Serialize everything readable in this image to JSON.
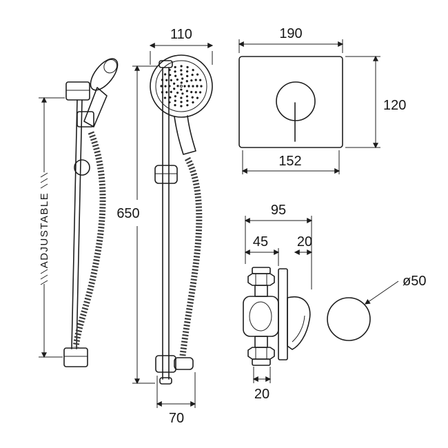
{
  "drawing": {
    "ink": "#1d1d1d",
    "background": "#ffffff",
    "adjustable_label": "ADJUSTABLE",
    "dims": {
      "handset_width": "110",
      "rail_length": "650",
      "bottom_bracket_width": "70",
      "plate_width": "190",
      "plate_height": "120",
      "plate_fixing_width": "152",
      "valve_total_depth": "95",
      "valve_body_depth": "45",
      "handle_depth": "20",
      "pipe_centres": "20",
      "knob_diameter": "ø50"
    }
  }
}
